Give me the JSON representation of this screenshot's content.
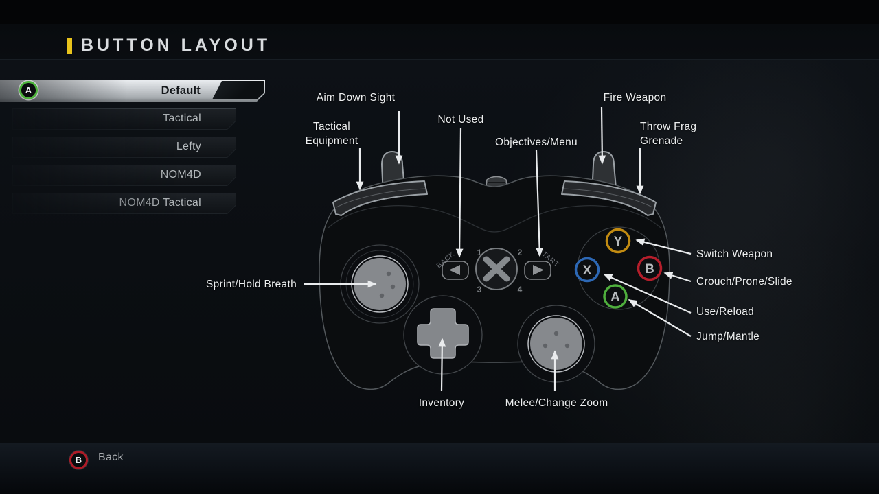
{
  "header": {
    "title": "BUTTON LAYOUT",
    "accent_color": "#e8c31c"
  },
  "menu": {
    "items": [
      {
        "label": "Default",
        "selected": true
      },
      {
        "label": "Tactical",
        "selected": false
      },
      {
        "label": "Lefty",
        "selected": false
      },
      {
        "label": "NOM4D",
        "selected": false
      },
      {
        "label": "NOM4D Tactical",
        "selected": false
      }
    ],
    "selected_badge": "A",
    "selected_badge_color": "#4db33c"
  },
  "labels": {
    "aim_down_sight": "Aim Down Sight",
    "tactical_equipment": {
      "line1": "Tactical",
      "line2": "Equipment"
    },
    "not_used": "Not Used",
    "objectives_menu": "Objectives/Menu",
    "fire_weapon": "Fire Weapon",
    "throw_frag": {
      "line1": "Throw Frag",
      "line2": "Grenade"
    },
    "sprint_hold_breath": "Sprint/Hold Breath",
    "switch_weapon": "Switch Weapon",
    "crouch_prone_slide": "Crouch/Prone/Slide",
    "use_reload": "Use/Reload",
    "jump_mantle": "Jump/Mantle",
    "inventory": "Inventory",
    "melee_change_zoom": "Melee/Change Zoom"
  },
  "controller": {
    "back_label": "BACK",
    "start_label": "START",
    "numbers": [
      "1",
      "2",
      "3",
      "4"
    ],
    "face_buttons": [
      {
        "letter": "Y",
        "color": "#c28b12"
      },
      {
        "letter": "X",
        "color": "#2d68b5"
      },
      {
        "letter": "B",
        "color": "#b51e2b"
      },
      {
        "letter": "A",
        "color": "#4fae3d"
      }
    ],
    "arrow_color": "#e9ebed"
  },
  "footer": {
    "badge_letter": "B",
    "badge_color": "#ae1b27",
    "label": "Back"
  }
}
